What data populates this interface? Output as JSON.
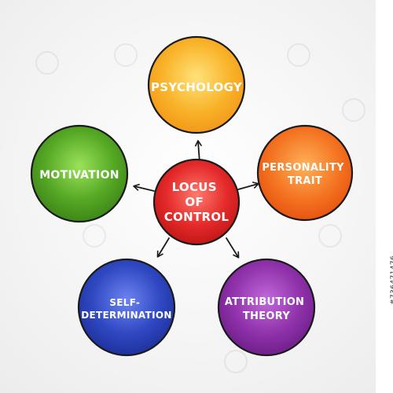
{
  "diagram": {
    "center": {
      "label": [
        "LOCUS",
        "OF",
        "CONTROL"
      ],
      "color": "#e4242c"
    },
    "nodes": [
      {
        "id": "psychology",
        "label": [
          "PSYCHOLOGY"
        ],
        "color": "#f7a81c"
      },
      {
        "id": "personality-trait",
        "label": [
          "PERSONALITY",
          "TRAIT"
        ],
        "color": "#f26a1b"
      },
      {
        "id": "attribution-theory",
        "label": [
          "ATTRIBUTION",
          "THEORY"
        ],
        "color": "#8e2fa8"
      },
      {
        "id": "self-determination",
        "label": [
          "SELF-",
          "DETERMINATION"
        ],
        "color": "#2a43b8"
      },
      {
        "id": "motivation",
        "label": [
          "MOTIVATION"
        ],
        "color": "#4e9e22"
      }
    ]
  },
  "stock_id": "#736471476"
}
